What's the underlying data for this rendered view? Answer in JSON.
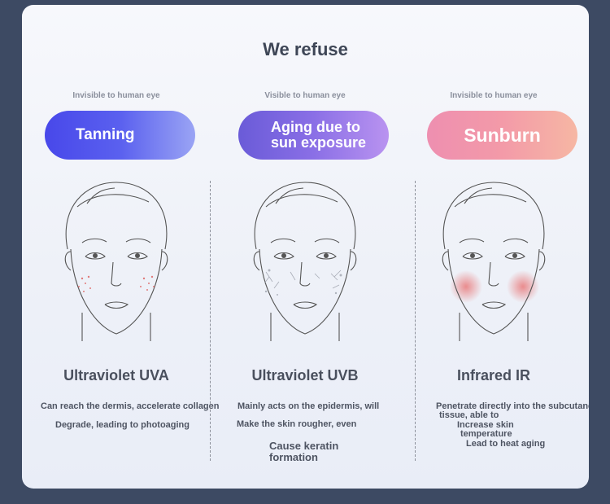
{
  "title": "We refuse",
  "columns": [
    {
      "visibility": "Invisible to human eye",
      "pill_label": "Tanning",
      "col_title": "Ultraviolet UVA",
      "desc": [
        "Can reach the dermis, accelerate collagen",
        "Degrade, leading to photoaging"
      ]
    },
    {
      "visibility": "Visible to human eye",
      "pill_label": "Aging due to sun exposure",
      "col_title": "Ultraviolet UVB",
      "desc": [
        "Mainly acts on the epidermis, will",
        "Make the skin rougher, even",
        "Cause keratin formation"
      ]
    },
    {
      "visibility": "Invisible to human eye",
      "pill_label": "Sunburn",
      "col_title": "Infrared IR",
      "desc": [
        "Penetrate directly into the subcutaneous",
        "tissue, able to",
        "Increase skin",
        "temperature",
        "Lead to heat aging"
      ]
    }
  ],
  "colors": {
    "background": "#3d4a63",
    "uva_pill": "#4848ea",
    "uvb_pill": "#8a6fe6",
    "ir_pill": "#f39aa8"
  }
}
